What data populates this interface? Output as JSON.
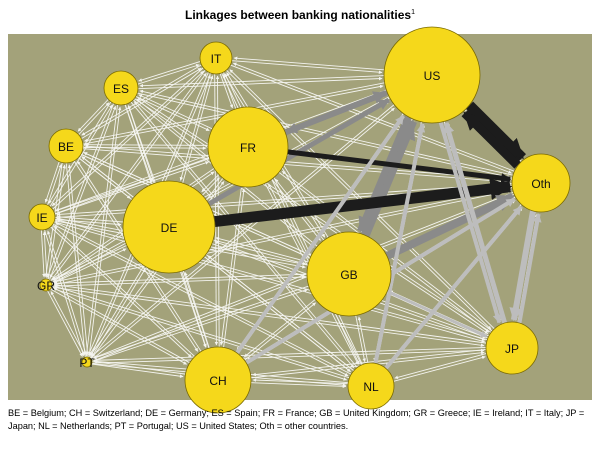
{
  "title": "Linkages between banking nationalities",
  "title_note_mark": "1",
  "nodes": [
    {
      "id": "IT",
      "label": "IT"
    },
    {
      "id": "ES",
      "label": "ES"
    },
    {
      "id": "BE",
      "label": "BE"
    },
    {
      "id": "IE",
      "label": "IE"
    },
    {
      "id": "GR",
      "label": "GR"
    },
    {
      "id": "PT",
      "label": "PT"
    },
    {
      "id": "FR",
      "label": "FR"
    },
    {
      "id": "DE",
      "label": "DE"
    },
    {
      "id": "US",
      "label": "US"
    },
    {
      "id": "Oth",
      "label": "Oth"
    },
    {
      "id": "GB",
      "label": "GB"
    },
    {
      "id": "JP",
      "label": "JP"
    },
    {
      "id": "CH",
      "label": "CH"
    },
    {
      "id": "NL",
      "label": "NL"
    }
  ],
  "colors": {
    "panel": "#a3a27a",
    "node_fill": "#f5d81b",
    "node_stroke": "#7a6a00",
    "link_white": "#f4f4f0",
    "link_light_grey": "#bdbdbd",
    "link_grey": "#8a8a8a",
    "link_dark": "#1c1c1c"
  },
  "footnote": "BE = Belgium; CH = Switzerland; DE = Germany; ES = Spain; FR = France; GB = United Kingdom; GR = Greece; IE = Ireland; IT = Italy; JP = Japan; NL = Netherlands; PT = Portugal; US = United States; Oth = other countries."
}
